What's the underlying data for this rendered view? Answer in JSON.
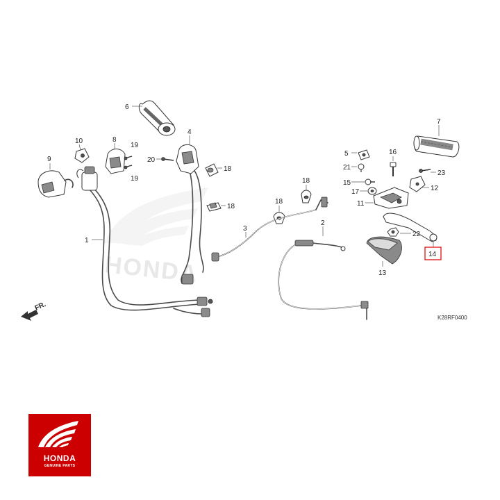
{
  "diagram": {
    "drawing_code": "K28RF0400",
    "front_label": "FR.",
    "highlighted_callout": "14",
    "highlight_color": "#e02020",
    "callouts": {
      "c1": "1",
      "c2": "2",
      "c3": "3",
      "c4": "4",
      "c5": "5",
      "c6": "6",
      "c7": "7",
      "c8": "8",
      "c9": "9",
      "c10": "10",
      "c11": "11",
      "c12": "12",
      "c13": "13",
      "c14": "14",
      "c15": "15",
      "c16": "16",
      "c17": "17",
      "c18a": "18",
      "c18b": "18",
      "c18c": "18",
      "c18d": "18",
      "c19a": "19",
      "c19b": "19",
      "c20": "20",
      "c21": "21",
      "c22": "22",
      "c23": "23"
    }
  },
  "watermark": {
    "text": "HONDA",
    "color": "#e6e6e6"
  },
  "logo": {
    "brand": "HONDA",
    "tagline": "GENUINE PARTS",
    "background": "#cc0000",
    "foreground": "#ffffff",
    "icon": "honda-wing-icon"
  }
}
